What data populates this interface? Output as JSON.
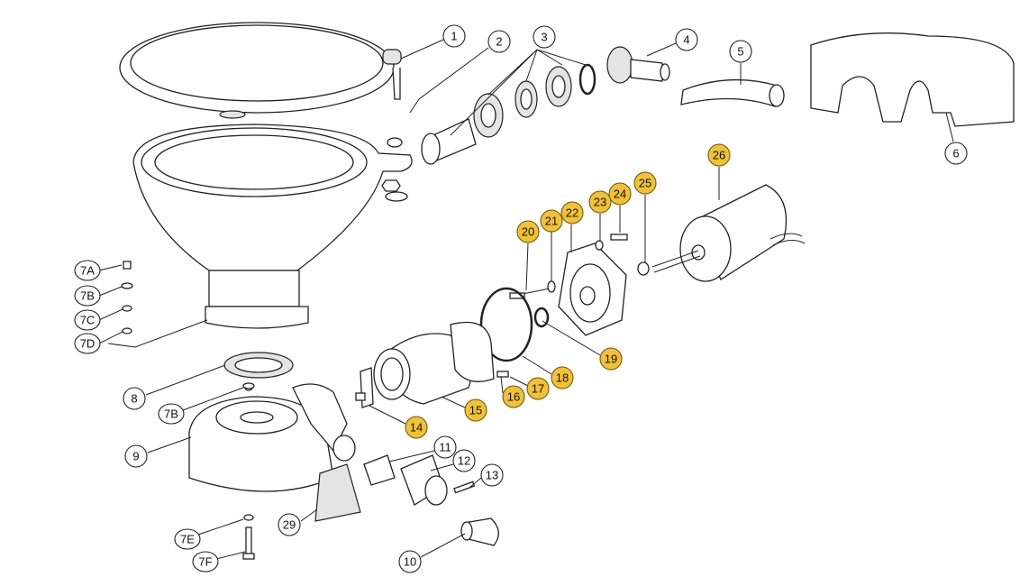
{
  "title": "Electric toilet exploded parts diagram",
  "colors": {
    "highlight": "#f2c230",
    "standard": "#ffffff"
  },
  "callouts": {
    "c1": "1",
    "c2": "2",
    "c3": "3",
    "c4": "4",
    "c5": "5",
    "c6": "6",
    "c7a": "7A",
    "c7b": "7B",
    "c7c": "7C",
    "c7d": "7D",
    "c7b2": "7B",
    "c7e": "7E",
    "c7f": "7F",
    "c8": "8",
    "c9": "9",
    "c10": "10",
    "c11": "11",
    "c12": "12",
    "c13": "13",
    "c14": "14",
    "c15": "15",
    "c16": "16",
    "c17": "17",
    "c18": "18",
    "c19": "19",
    "c20": "20",
    "c21": "21",
    "c22": "22",
    "c23": "23",
    "c24": "24",
    "c25": "25",
    "c26": "26",
    "c29": "29"
  }
}
